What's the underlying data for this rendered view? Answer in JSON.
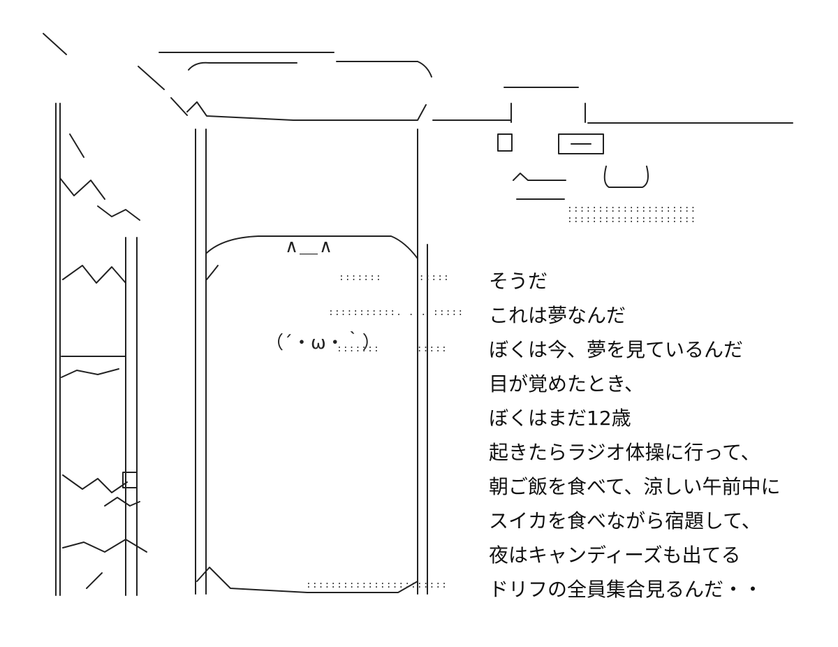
{
  "face": {
    "ears": "∧＿∧",
    "expression": "（´・ω・｀）"
  },
  "monologue": [
    "そうだ",
    "これは夢なんだ",
    "ぼくは今、夢を見ているんだ",
    "目が覚めたとき、",
    "ぼくはまだ12歳",
    "起きたらラジオ体操に行って、",
    "朝ご飯を食べて、涼しい午前中に",
    "スイカを食べながら宿題して、",
    "夜はキャンディーズも出てる",
    "ドリフの全員集合見るんだ・・"
  ]
}
